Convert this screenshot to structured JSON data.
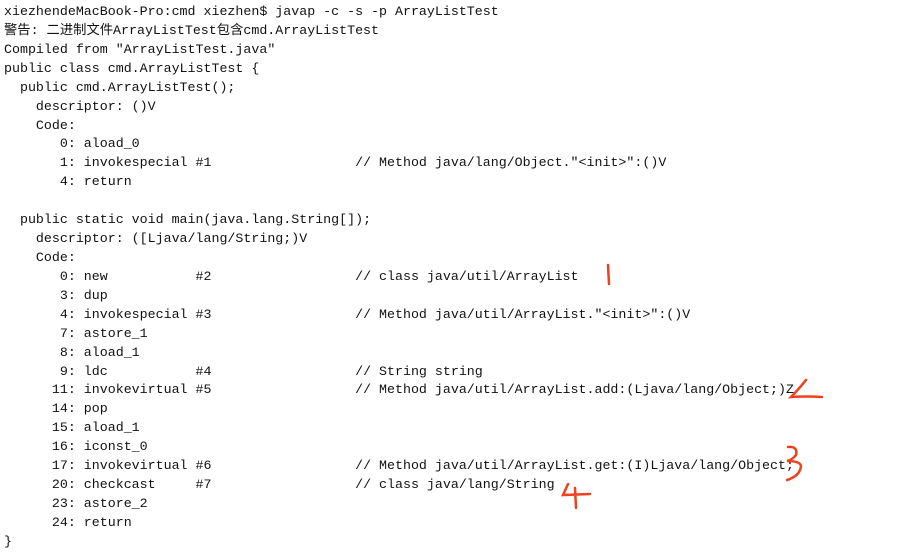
{
  "terminal": {
    "lines": [
      "xiezhendeMacBook-Pro:cmd xiezhen$ javap -c -s -p ArrayListTest",
      "警告: 二进制文件ArrayListTest包含cmd.ArrayListTest",
      "Compiled from \"ArrayListTest.java\"",
      "public class cmd.ArrayListTest {",
      "  public cmd.ArrayListTest();",
      "    descriptor: ()V",
      "    Code:",
      "       0: aload_0",
      "       1: invokespecial #1                  // Method java/lang/Object.\"<init>\":()V",
      "       4: return",
      "",
      "  public static void main(java.lang.String[]);",
      "    descriptor: ([Ljava/lang/String;)V",
      "    Code:",
      "       0: new           #2                  // class java/util/ArrayList",
      "       3: dup",
      "       4: invokespecial #3                  // Method java/util/ArrayList.\"<init>\":()V",
      "       7: astore_1",
      "       8: aload_1",
      "       9: ldc           #4                  // String string",
      "      11: invokevirtual #5                  // Method java/util/ArrayList.add:(Ljava/lang/Object;)Z",
      "      14: pop",
      "      15: aload_1",
      "      16: iconst_0",
      "      17: invokevirtual #6                  // Method java/util/ArrayList.get:(I)Ljava/lang/Object;",
      "      20: checkcast     #7                  // class java/lang/String",
      "      23: astore_2",
      "      24: return",
      "}"
    ]
  },
  "annotations": {
    "color": "#f0401e",
    "marks": [
      "1",
      "2",
      "3",
      "4"
    ]
  }
}
